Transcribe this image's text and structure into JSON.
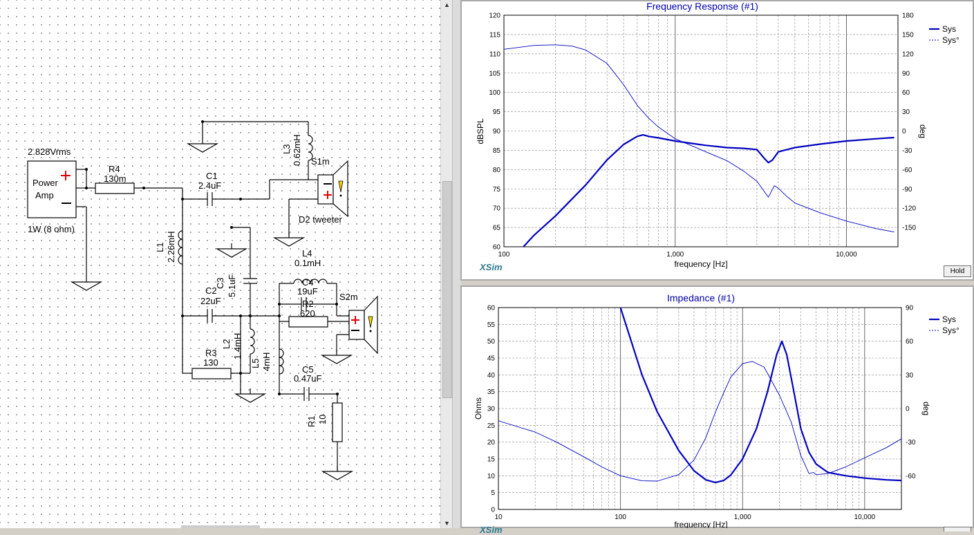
{
  "schematic": {
    "source_value": "2.828Vrms",
    "amp_label_1": "Power",
    "amp_label_2": "Amp",
    "amp_rating": "1W (8 ohm)",
    "R4_name": "R4",
    "R4_value": "130m",
    "C1_name": "C1",
    "C1_value": "2.4uF",
    "L3_name": "L3",
    "L3_value": "0.62mH",
    "S1_name": "S1m",
    "S1_label": "D2 tweeter",
    "L1_name": "L1",
    "L1_value": "2.26mH",
    "C3_name": "C3",
    "C3_value": "5.1uF",
    "C2_name": "C2",
    "C2_value": "22uF",
    "L4_name": "L4",
    "L4_value": "0.1mH",
    "C4_name": "C4",
    "C4_value": "19uF",
    "R2_name": "R2",
    "R2_value": "620",
    "S2_name": "S2m",
    "R3_name": "R3",
    "R3_value": "130",
    "L2_name": "L2",
    "L2_value": "1.4mH",
    "L5_name": "L5",
    "L5_value": "4mH",
    "C5_name": "C5",
    "C5_value": "0.47uF",
    "R1_name": "R1",
    "R1_value": "10"
  },
  "freq_chart": {
    "title": "Frequency Response (#1)",
    "ylabel": "dBSPL",
    "y2label": "deg",
    "xlabel": "frequency [Hz]",
    "y_ticks": [
      "60",
      "65",
      "70",
      "75",
      "80",
      "85",
      "90",
      "95",
      "100",
      "105",
      "110",
      "115",
      "120"
    ],
    "y2_ticks": [
      "-150",
      "-120",
      "-90",
      "-60",
      "-30",
      "0",
      "30",
      "60",
      "90",
      "120",
      "150",
      "180"
    ],
    "x_ticks": [
      "100",
      "1,000",
      "10,000"
    ],
    "legend_sys": "Sys",
    "legend_phase": "Sys°",
    "watermark": "XSim",
    "hold_button": "Hold"
  },
  "imp_chart": {
    "title": "Impedance (#1)",
    "ylabel": "Ohms",
    "y2label": "deg",
    "xlabel": "frequency [Hz]",
    "y_ticks": [
      "0",
      "5",
      "10",
      "15",
      "20",
      "25",
      "30",
      "35",
      "40",
      "45",
      "50",
      "55",
      "60"
    ],
    "y2_ticks": [
      "-60",
      "-30",
      "0",
      "30",
      "60",
      "90"
    ],
    "x_ticks": [
      "10",
      "100",
      "1,000",
      "10,000"
    ],
    "legend_sys": "Sys",
    "legend_phase": "Sys°",
    "watermark": "XSim"
  },
  "chart_data": [
    {
      "type": "line",
      "title": "Frequency Response (#1)",
      "xlabel": "frequency [Hz]",
      "ylabel": "dBSPL",
      "y2label": "deg",
      "xscale": "log",
      "xlim": [
        100,
        20000
      ],
      "ylim": [
        60,
        120
      ],
      "y2lim": [
        -180,
        180
      ],
      "grid": true,
      "legend": "top-right",
      "series": [
        {
          "name": "Sys",
          "axis": "left",
          "color": "#0000c0",
          "x": [
            130,
            150,
            200,
            300,
            400,
            500,
            600,
            650,
            700,
            800,
            1000,
            1500,
            2000,
            2500,
            3000,
            3300,
            3500,
            3700,
            4000,
            5000,
            7000,
            10000,
            15000,
            19000
          ],
          "y": [
            60,
            63,
            68,
            76,
            82.5,
            86.5,
            88.6,
            89,
            88.6,
            88.2,
            87.4,
            86.3,
            85.7,
            85.5,
            85.2,
            83,
            81.8,
            82.5,
            84.6,
            85.7,
            86.6,
            87.4,
            88,
            88.3
          ]
        },
        {
          "name": "Sys°",
          "axis": "right",
          "color": "#0000c0",
          "x": [
            100,
            150,
            200,
            250,
            300,
            400,
            500,
            600,
            700,
            800,
            1000,
            1500,
            2000,
            2500,
            3000,
            3500,
            3800,
            4000,
            4500,
            5000,
            7000,
            10000,
            15000,
            19000
          ],
          "y": [
            127,
            133,
            134,
            132,
            126,
            105,
            72,
            40,
            20,
            6,
            -12,
            -32,
            -46,
            -62,
            -78,
            -103,
            -85,
            -89,
            -102,
            -112,
            -127,
            -140,
            -152,
            -157
          ]
        }
      ]
    },
    {
      "type": "line",
      "title": "Impedance (#1)",
      "xlabel": "frequency [Hz]",
      "ylabel": "Ohms",
      "y2label": "deg",
      "xscale": "log",
      "xlim": [
        10,
        20000
      ],
      "ylim": [
        0,
        60
      ],
      "y2lim": [
        -90,
        90
      ],
      "grid": true,
      "legend": "top-right",
      "series": [
        {
          "name": "Sys",
          "axis": "left",
          "color": "#0000c0",
          "x": [
            100,
            150,
            200,
            300,
            400,
            500,
            600,
            700,
            800,
            1000,
            1300,
            1600,
            1900,
            2100,
            2300,
            2600,
            3000,
            3500,
            4000,
            5000,
            7000,
            10000,
            15000,
            20000
          ],
          "y": [
            60,
            40,
            29,
            17.5,
            11.5,
            8.8,
            8,
            8.6,
            10.2,
            15,
            24,
            35,
            46,
            50,
            46,
            36,
            24,
            17,
            13.5,
            11,
            10,
            9.3,
            8.8,
            8.6
          ]
        },
        {
          "name": "Sys°",
          "axis": "right",
          "color": "#0000c0",
          "x": [
            10,
            20,
            30,
            50,
            70,
            100,
            150,
            200,
            300,
            400,
            500,
            600,
            700,
            800,
            1000,
            1200,
            1500,
            2000,
            2500,
            3000,
            3500,
            3800,
            4000,
            5000,
            7000,
            10000,
            15000,
            20000
          ],
          "y": [
            -11,
            -21,
            -30,
            -43,
            -52,
            -60,
            -64.5,
            -64.7,
            -59,
            -46,
            -26,
            -3,
            14,
            28,
            40,
            42,
            37,
            12,
            -12,
            -42,
            -58,
            -57,
            -59,
            -58,
            -52,
            -44,
            -35,
            -27
          ]
        }
      ]
    }
  ]
}
